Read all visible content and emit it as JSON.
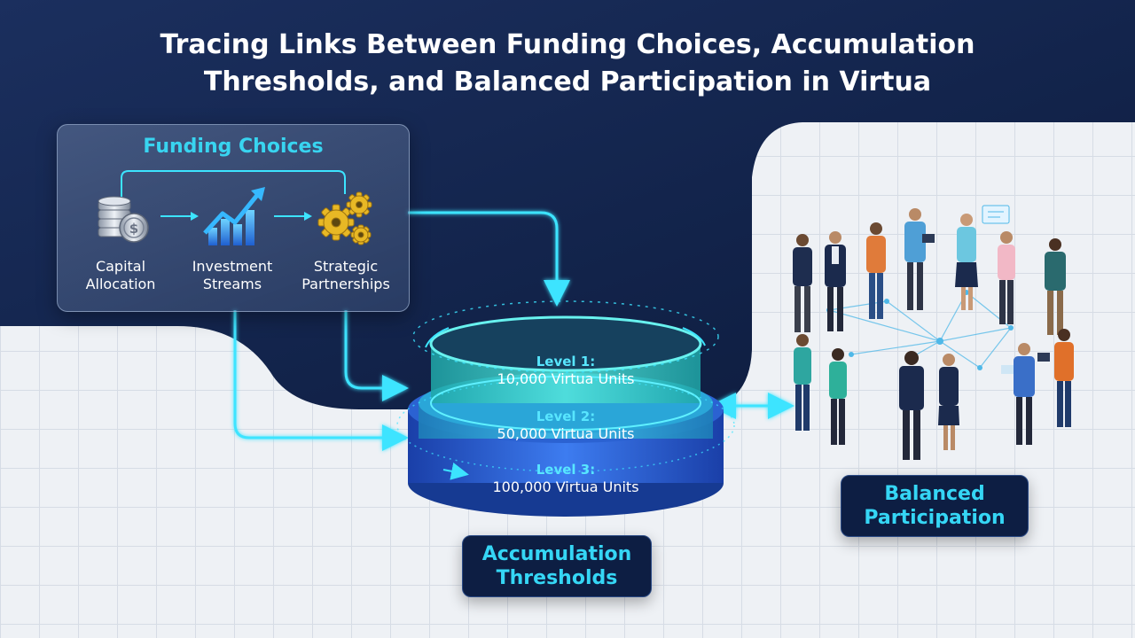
{
  "title": {
    "line1": "Tracing Links Between Funding Choices, Accumulation",
    "line2": "Thresholds, and Balanced Participation in Virtua"
  },
  "funding_choices": {
    "heading": "Funding Choices",
    "items": [
      {
        "label_line1": "Capital",
        "label_line2": "Allocation",
        "icon": "coin-stack-icon"
      },
      {
        "label_line1": "Investment",
        "label_line2": "Streams",
        "icon": "growth-chart-icon"
      },
      {
        "label_line1": "Strategic",
        "label_line2": "Partnerships",
        "icon": "gears-icon"
      }
    ]
  },
  "thresholds": {
    "levels": [
      {
        "name": "Level 1:",
        "value": "10,000 Virtua Units"
      },
      {
        "name": "Level 2:",
        "value": "50,000 Virtua Units"
      },
      {
        "name": "Level 3:",
        "value": "100,000 Virtua Units"
      }
    ],
    "label_line1": "Accumulation",
    "label_line2": "Thresholds"
  },
  "participation": {
    "label_line1": "Balanced",
    "label_line2": "Participation",
    "icon": "people-network-icon"
  },
  "colors": {
    "navy": "#12234a",
    "cyan": "#35d6f5",
    "teal": "#3fe0d8",
    "blue": "#2f6fe0",
    "grid_bg": "#eef1f5"
  }
}
